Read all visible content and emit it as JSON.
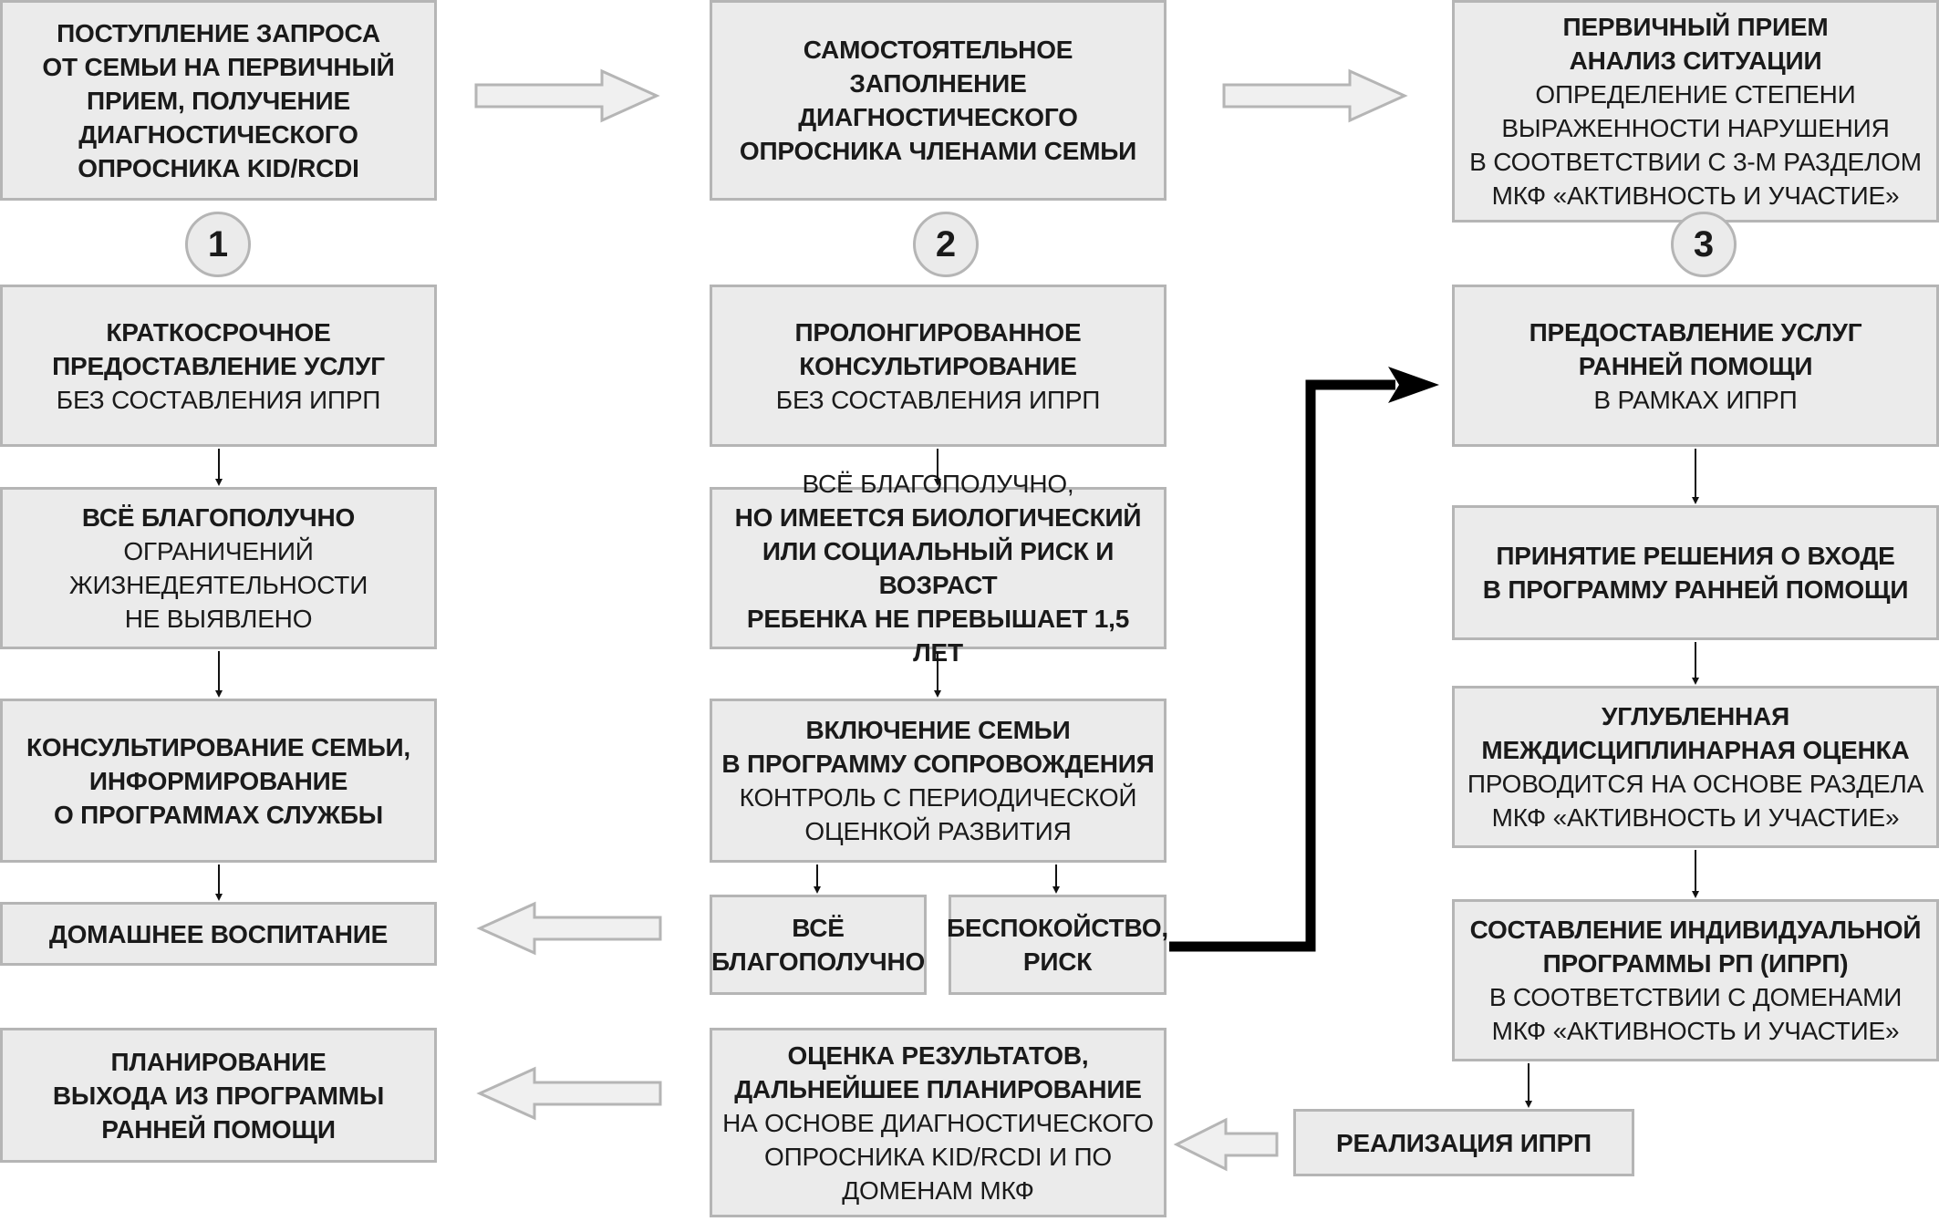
{
  "col1": {
    "start": {
      "l1": "Поступление запроса",
      "l2": "от семьи на первичный",
      "l3": "прием, получение",
      "l4": "диагностического",
      "l5": "опросника KID/RCDI"
    },
    "short_term": {
      "l1": "Краткосрочное",
      "l2": "предоставление услуг",
      "l3": "без составления ИПРП"
    },
    "all_good": {
      "l1": "Всё благополучно",
      "l2": "ограничений",
      "l3": "жизнедеятельности",
      "l4": "не выявлено"
    },
    "consulting": {
      "l1": "Консультирование семьи,",
      "l2": "информирование",
      "l3": "о программах службы"
    },
    "home": {
      "l1": "Домашнее воспитание"
    },
    "exit_plan": {
      "l1": "Планирование",
      "l2": "выхода из программы",
      "l3": "ранней помощи"
    }
  },
  "col2": {
    "self_fill": {
      "l1": "Самостоятельное",
      "l2": "заполнение диагностического",
      "l3": "опросника членами семьи"
    },
    "prolonged": {
      "l1": "Пролонгированное",
      "l2": "консультирование",
      "l3": "без составления ИПРП"
    },
    "risk": {
      "l1": "Всё благополучно,",
      "l2": "но имеется биологический",
      "l3": "или социальный риск и возраст",
      "l4": "ребенка не превышает 1,5 лет"
    },
    "support": {
      "l1": "Включение семьи",
      "l2": "в программу сопровождения",
      "l3": "контроль с периодической",
      "l4": "оценкой развития"
    },
    "all_good2": {
      "l1": "Всё",
      "l2": "благополучно"
    },
    "concern": {
      "l1": "Беспокойство,",
      "l2": "риск"
    },
    "evaluation": {
      "l1": "Оценка результатов,",
      "l2": "дальнейшее планирование",
      "l3": "на основе диагностического",
      "l4": "опросника KID/RCDI и по",
      "l5": "доменам МКФ"
    }
  },
  "col3": {
    "primary": {
      "l1": "Первичный прием",
      "l2": "анализ ситуации",
      "l3": "определение степени",
      "l4": "выраженности нарушения",
      "l5": "в соответствии с 3-м разделом",
      "l6": "МКФ «Активность и участие»"
    },
    "services": {
      "l1": "Предоставление услуг",
      "l2": "ранней помощи",
      "l3": "в рамках ИПРП"
    },
    "decision": {
      "l1": "Принятие решения о входе",
      "l2": "в программу ранней помощи"
    },
    "deep_eval": {
      "l1": "Углубленная",
      "l2": "междисциплинарная оценка",
      "l3": "проводится на основе раздела",
      "l4": "МКФ «Активность и участие»"
    },
    "ipr": {
      "l1": "Составление индивидуальной",
      "l2": "программы РП (ИПРП)",
      "l3": "в соответствии с доменами",
      "l4": "МКФ «Активность и участие»"
    },
    "realization": {
      "l1": "Реализация ИПРП"
    }
  },
  "steps": [
    "1",
    "2",
    "3"
  ],
  "colors": {
    "box_fill": "#ebebeb",
    "box_border": "#b5b5b5",
    "text": "#1a1a1a",
    "arrow_hollow_fill": "#f0f0f0"
  }
}
